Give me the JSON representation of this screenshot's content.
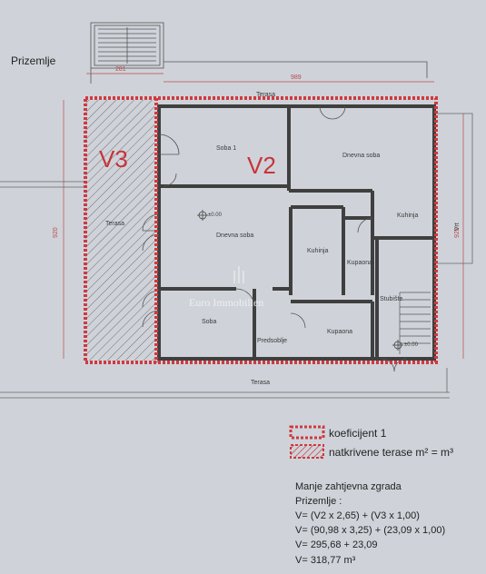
{
  "floor_label": "Prizemlje",
  "dimensions": {
    "top_left": "281",
    "top_total": "989",
    "left_height": "920",
    "right_height": "920"
  },
  "zones": {
    "v2": "V2",
    "v3": "V3"
  },
  "rooms": {
    "terasa_top": "Terasa",
    "terasa_left": "Terasa",
    "terasa_bottom": "Terasa",
    "soba1": "Soba 1",
    "dnevna_soba_right": "Dnevna soba",
    "dnevna_soba_center": "Dnevna soba",
    "kuhinja_right": "Kuhinja",
    "kuhinja_center": "Kuhinja",
    "kupaona_small": "Kupaona",
    "kupaona_bottom": "Kupaona",
    "stubiste": "Stubište",
    "soba": "Soba",
    "predsoblje": "Predsoblje",
    "vrt": "Vrt"
  },
  "levels": {
    "a": "±0.00",
    "b": "±0.00"
  },
  "watermark": "Euro Immobilien",
  "legend": {
    "koeficijent": "koeficijent 1",
    "terase": "natkrivene terase m² = m³"
  },
  "calc": {
    "title": "Manje zahtjevna zgrada",
    "subtitle": "Prizemlje :",
    "lines": [
      "V= (V2 x 2,65) + (V3 x 1,00)",
      "V= (90,98 x 3,25) + (23,09 x 1,00)",
      "V= 295,68 + 23,09",
      "V= 318,77   m³"
    ]
  },
  "colors": {
    "paper": "#cfd3d9",
    "walls": "#3f3f3f",
    "boundary": "#d0393f"
  }
}
